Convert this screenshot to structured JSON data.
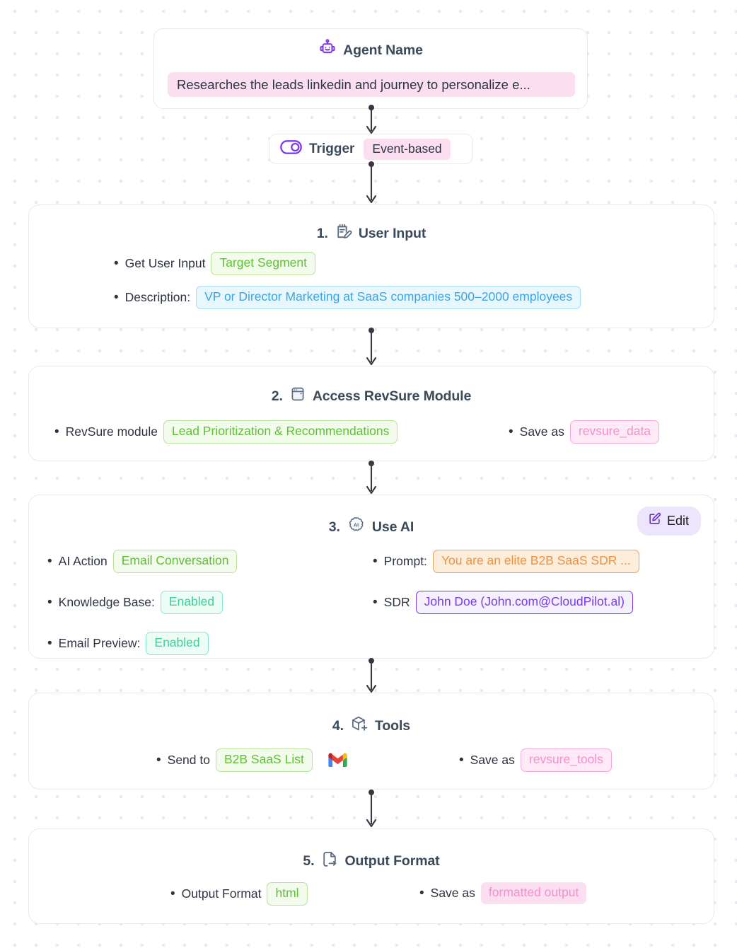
{
  "agent": {
    "icon": "robot-icon",
    "title": "Agent Name",
    "description": "Researches the leads linkedin and journey to personalize e..."
  },
  "trigger": {
    "icon": "toggle-icon",
    "label": "Trigger",
    "value": "Event-based"
  },
  "steps": [
    {
      "number": "1.",
      "icon": "note-edit-icon",
      "title": "User Input",
      "fields": [
        {
          "label": "Get User Input",
          "value": "Target Segment",
          "style": "green"
        },
        {
          "label": "Description:",
          "value": "VP or Director Marketing at SaaS companies 500–2000 employees",
          "style": "blue"
        }
      ]
    },
    {
      "number": "2.",
      "icon": "window-module-icon",
      "title": "Access RevSure Module",
      "fields": [
        {
          "label": "RevSure module",
          "value": "Lead Prioritization & Recommendations",
          "style": "green"
        },
        {
          "label": "Save as",
          "value": "revsure_data",
          "style": "pink"
        }
      ]
    },
    {
      "number": "3.",
      "icon": "ai-brain-icon",
      "title": "Use AI",
      "action_label": "Edit",
      "action_icon": "edit-pencil-icon",
      "fields": [
        {
          "label": "AI Action",
          "value": "Email Conversation",
          "style": "green"
        },
        {
          "label": "Knowledge Base:",
          "value": "Enabled",
          "style": "mint"
        },
        {
          "label": "Email Preview:",
          "value": "Enabled",
          "style": "mint"
        },
        {
          "label": "Prompt:",
          "value": "You are an elite B2B SaaS SDR ...",
          "style": "orange"
        },
        {
          "label": "SDR",
          "value": "John Doe (John.com@CloudPilot.al)",
          "style": "purple"
        }
      ]
    },
    {
      "number": "4.",
      "icon": "box-add-icon",
      "title": "Tools",
      "fields": [
        {
          "label": "Send to",
          "value": "B2B SaaS List",
          "style": "green",
          "trailing_icon": "gmail-icon"
        },
        {
          "label": "Save as",
          "value": "revsure_tools",
          "style": "pink"
        }
      ]
    },
    {
      "number": "5.",
      "icon": "file-export-icon",
      "title": "Output Format",
      "fields": [
        {
          "label": "Output Format",
          "value": "html",
          "style": "green"
        },
        {
          "label": "Save as",
          "value": "formatted output",
          "style": "lilac"
        }
      ]
    }
  ],
  "colors": {
    "accent_purple": "#7c3aed",
    "title_slate": "#3b4a5a",
    "green": "#5ec134",
    "blue": "#3aa5e0",
    "pink": "#f58fce",
    "mint": "#34d39c",
    "orange": "#ef9140",
    "card_border": "#e6e9ef",
    "dot_grid": "#e7e9f0"
  }
}
